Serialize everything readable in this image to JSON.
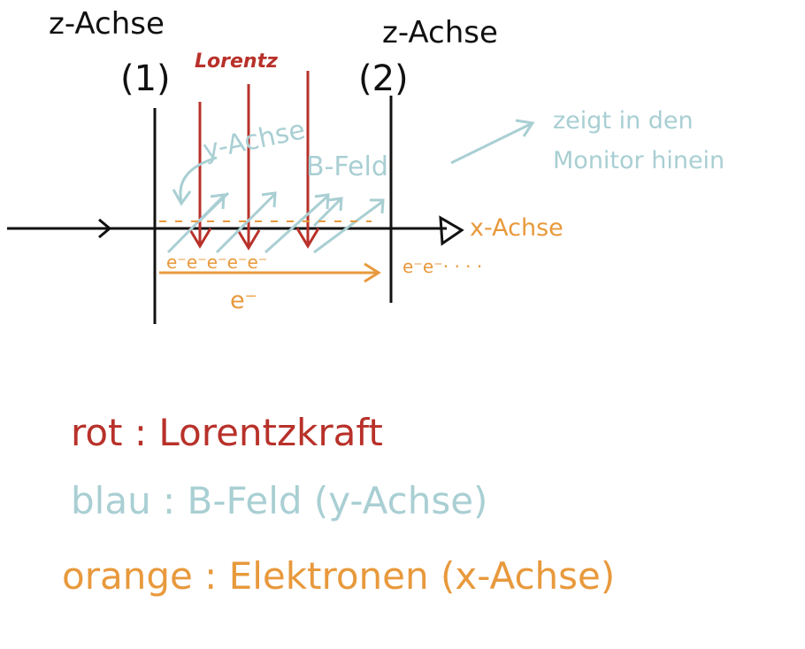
{
  "labels": {
    "z_axis_1": "z-Achse",
    "z_axis_2": "z-Achse",
    "marker_1": "(1)",
    "marker_2": "(2)",
    "lorentz": "Lorentz",
    "y_axis": "y-Achse",
    "b_field": "B-Feld",
    "note_line1": "zeigt in den",
    "note_line2": "Monitor hinein",
    "x_axis": "x-Achse",
    "electron": "e⁻",
    "electron_tail": "e⁻e⁻· · · ·",
    "electron_row": "e⁻e⁻e⁻e⁻e⁻"
  },
  "legend": {
    "red": "rot : Lorentzkraft",
    "blue": "blau : B-Feld (y-Achse)",
    "orange": "orange : Elektronen (x-Achse)"
  },
  "colors": {
    "black": "#111111",
    "red": "#b8312a",
    "blue": "#a9cfd3",
    "orange": "#e8993c"
  }
}
